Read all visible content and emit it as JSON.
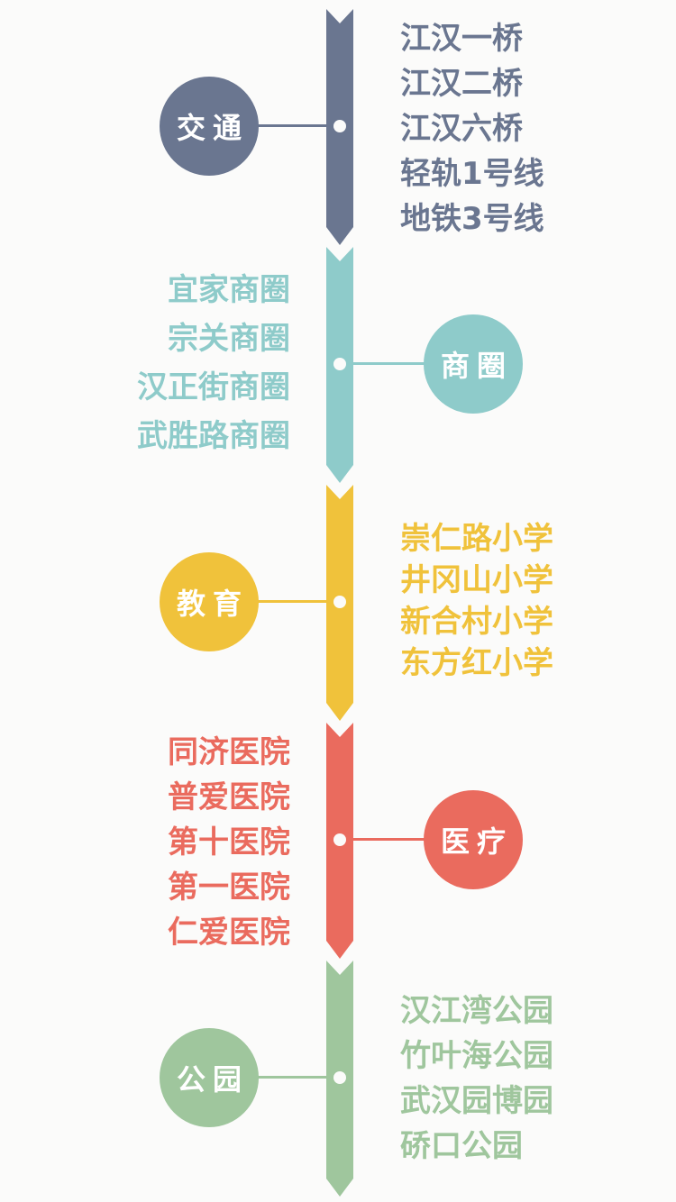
{
  "sections": [
    {
      "id": "transport",
      "title": "交通",
      "color": "#6a7690",
      "items": [
        "江汉一桥",
        "江汉二桥",
        "江汉六桥",
        "轻轨1号线",
        "地铁3号线"
      ]
    },
    {
      "id": "shopping",
      "title": "商圈",
      "color": "#8ecbca",
      "items": [
        "宜家商圈",
        "宗关商圈",
        "汉正街商圈",
        "武胜路商圈"
      ]
    },
    {
      "id": "education",
      "title": "教育",
      "color": "#f0c23b",
      "items": [
        "崇仁路小学",
        "井冈山小学",
        "新合村小学",
        "东方红小学"
      ]
    },
    {
      "id": "medical",
      "title": "医疗",
      "color": "#ea6b5e",
      "items": [
        "同济医院",
        "普爱医院",
        "第十医院",
        "第一医院",
        "仁爱医院"
      ]
    },
    {
      "id": "parks",
      "title": "公园",
      "color": "#9fc69d",
      "items": [
        "汉江湾公园",
        "竹叶海公园",
        "武汉园博园",
        "硚口公园"
      ]
    }
  ]
}
